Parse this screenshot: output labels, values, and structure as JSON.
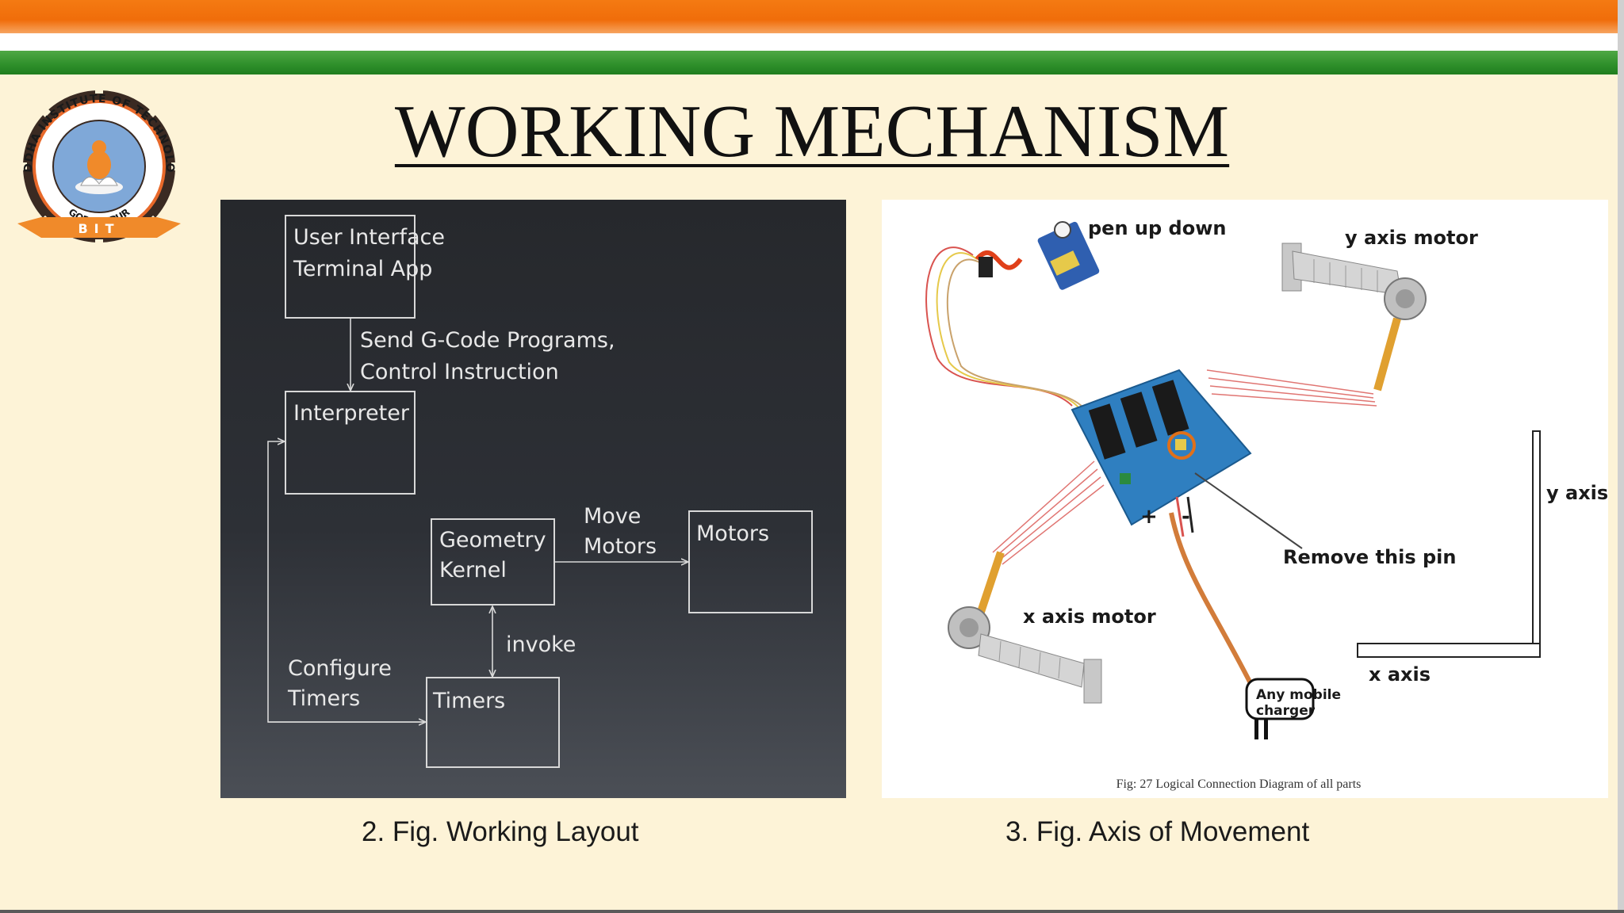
{
  "slide": {
    "title": "WORKING MECHANISM",
    "logo": {
      "ring_text": "BUDDHA INSTITUTE OF TECHNOLOGY",
      "city": "GORAKHPUR",
      "ribbon": "BIT"
    },
    "figure_left": {
      "nodes": {
        "ui_line1": "User Interface",
        "ui_line2": "Terminal App",
        "interpreter": "Interpreter",
        "geometry_line1": "Geometry",
        "geometry_line2": "Kernel",
        "motors": "Motors",
        "timers": "Timers"
      },
      "edges": {
        "send_line1": "Send G-Code Programs,",
        "send_line2": "Control Instruction",
        "move_line1": "Move",
        "move_line2": "Motors",
        "invoke": "invoke",
        "configure_line1": "Configure",
        "configure_line2": "Timers"
      },
      "caption": "2.   Fig. Working Layout"
    },
    "figure_right": {
      "labels": {
        "pen": "pen up down",
        "y_motor": "y axis motor",
        "x_motor": "x axis motor",
        "remove_pin": "Remove this pin",
        "plus": "+",
        "minus": "-",
        "charger_line1": "Any mobile",
        "charger_line2": "charger",
        "y_axis": "y axis",
        "x_axis": "x axis",
        "fig_note": "Fig: 27 Logical Connection Diagram of all parts"
      },
      "caption": "3.  Fig. Axis of Movement"
    },
    "colors": {
      "background": "#fdf3d7",
      "saffron": "#f47a12",
      "green": "#2e8f2a",
      "board_blue": "#2f7fc0",
      "wire_red": "#d9534f"
    }
  }
}
